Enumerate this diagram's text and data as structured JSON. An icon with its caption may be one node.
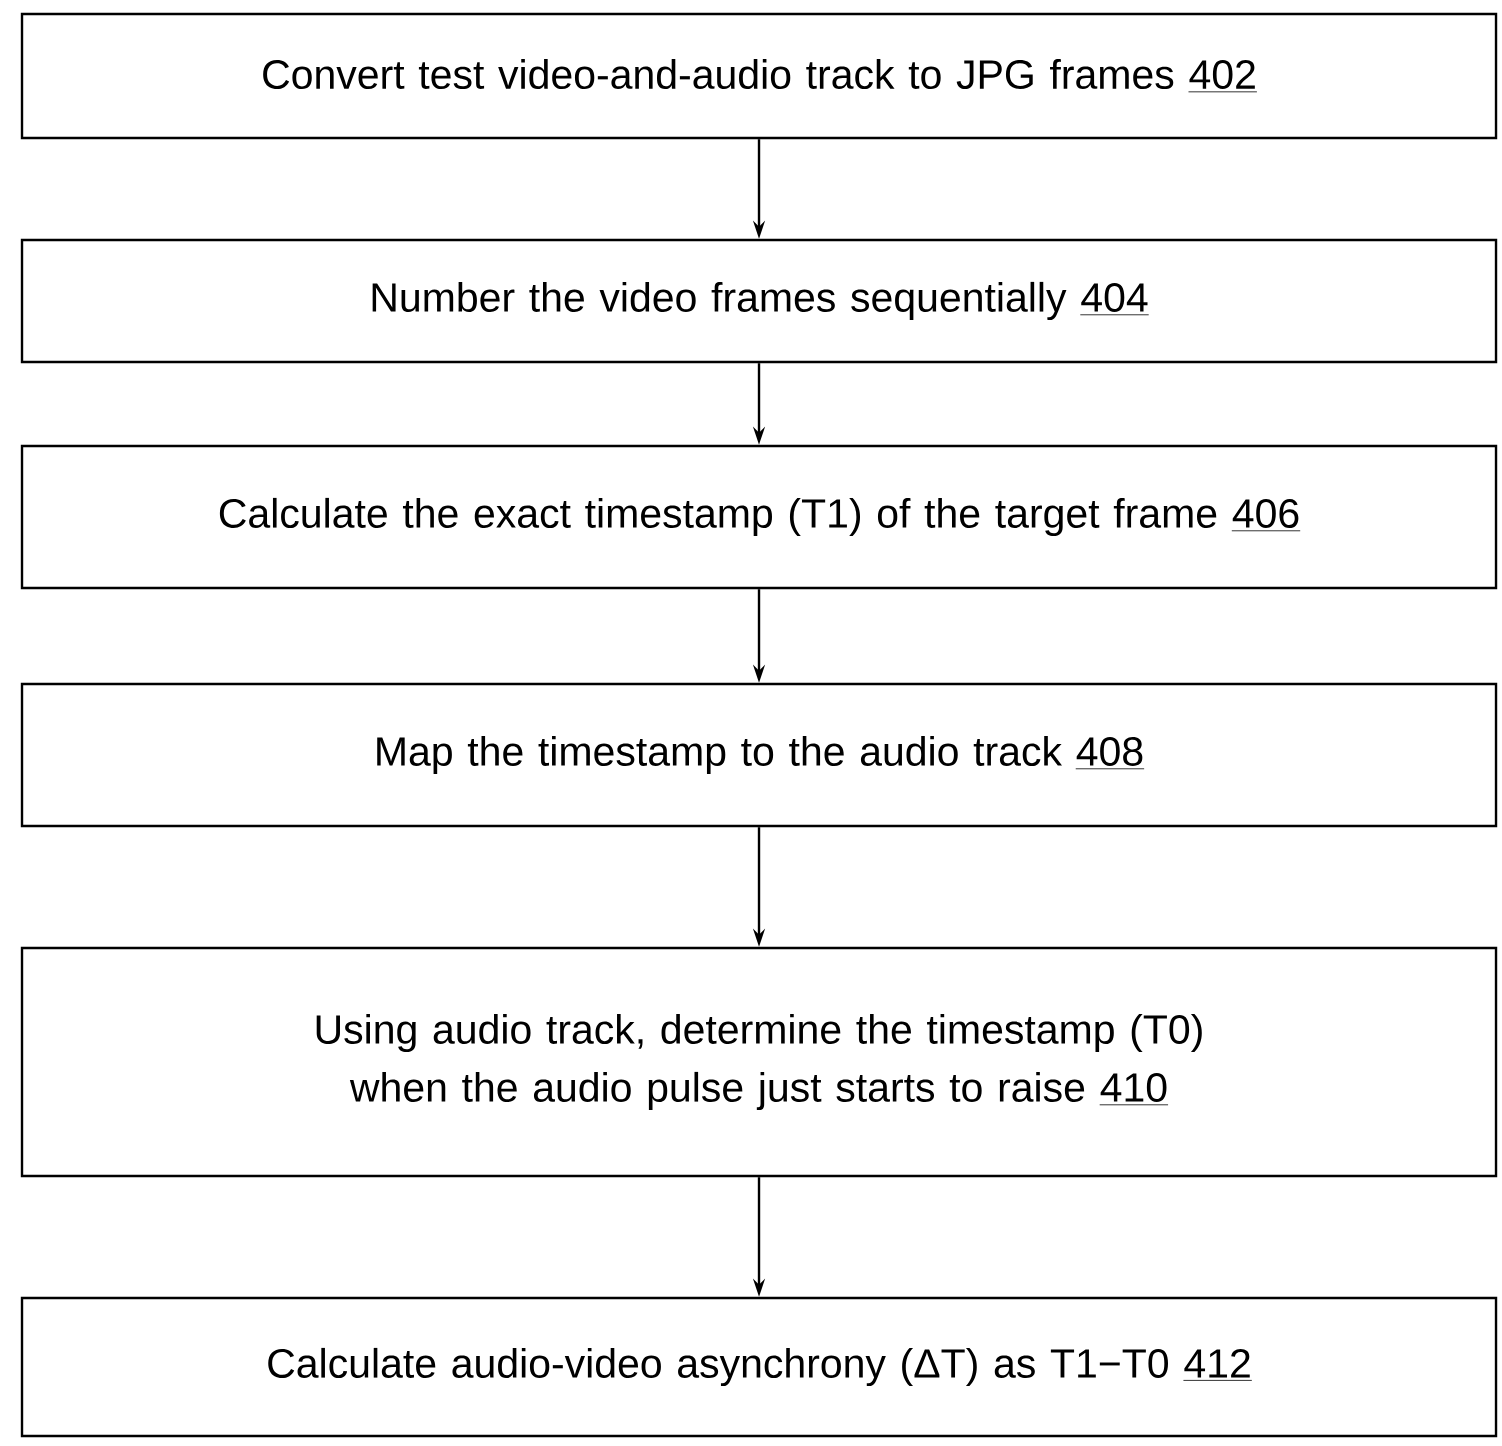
{
  "diagram": {
    "nodes": [
      {
        "text": [
          "Convert test video-and-audio track to JPG frames",
          "402"
        ]
      },
      {
        "text": [
          "Number the video frames sequentially",
          "404"
        ]
      },
      {
        "text": [
          "Calculate the exact timestamp (T1) of the target frame",
          "406"
        ]
      },
      {
        "text": [
          "Map the timestamp to the audio track",
          "408"
        ]
      },
      {
        "text": [
          "Using audio track, determine the timestamp (T0) when the audio pulse just starts to raise",
          "410"
        ]
      },
      {
        "text": [
          "Calculate audio-video asynchrony (ΔT) as T1−T0",
          "412"
        ]
      }
    ],
    "edges": [
      {
        "from": 0,
        "to": 1,
        "arrow": "to"
      },
      {
        "from": 1,
        "to": 2,
        "arrow": "to"
      },
      {
        "from": 2,
        "to": 3,
        "arrow": "to"
      },
      {
        "from": 3,
        "to": 4,
        "arrow": "to"
      },
      {
        "from": 4,
        "to": 5,
        "arrow": "to"
      }
    ]
  }
}
